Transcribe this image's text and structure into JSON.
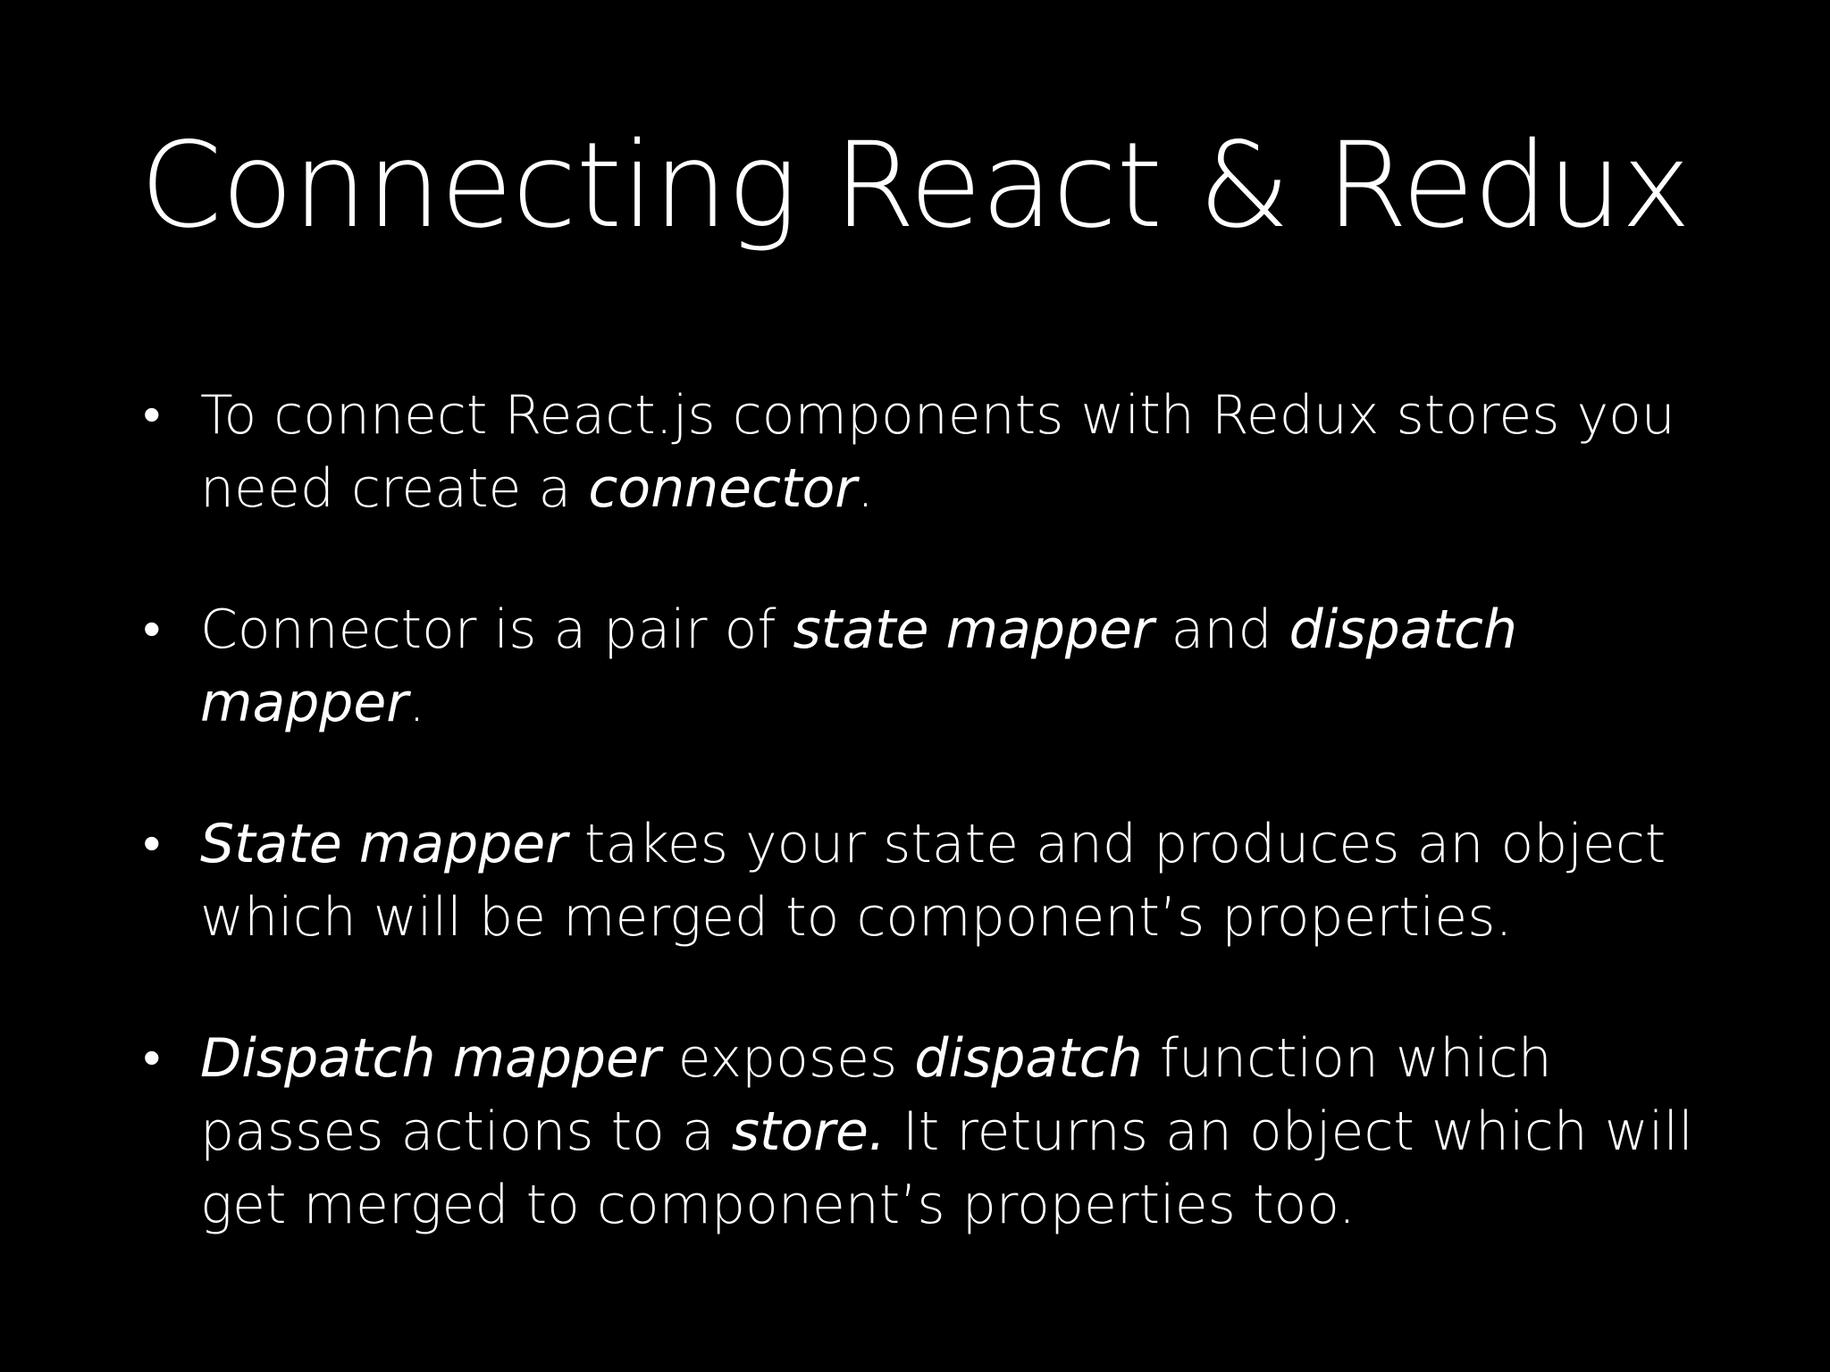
{
  "slide": {
    "title": "Connecting React & Redux",
    "bullets": [
      {
        "segments": [
          {
            "text": "To connect React.js components with Redux stores you need create a ",
            "italic": false
          },
          {
            "text": "connector",
            "italic": true
          },
          {
            "text": ".",
            "italic": false
          }
        ]
      },
      {
        "segments": [
          {
            "text": "Connector is a pair of ",
            "italic": false
          },
          {
            "text": "state mapper",
            "italic": true
          },
          {
            "text": " and ",
            "italic": false
          },
          {
            "text": "dispatch mapper",
            "italic": true
          },
          {
            "text": ".",
            "italic": false
          }
        ]
      },
      {
        "segments": [
          {
            "text": "State mapper",
            "italic": true
          },
          {
            "text": " takes your state and produces an object which will be merged to component’s properties.",
            "italic": false
          }
        ]
      },
      {
        "segments": [
          {
            "text": "Dispatch mapper",
            "italic": true
          },
          {
            "text": " exposes ",
            "italic": false
          },
          {
            "text": "dispatch",
            "italic": true
          },
          {
            "text": " function which passes actions to a ",
            "italic": false
          },
          {
            "text": "store.",
            "italic": true
          },
          {
            "text": " It returns an object which will get merged to component’s properties too.",
            "italic": false
          }
        ]
      }
    ],
    "bullet_symbol": "•",
    "colors": {
      "background": "#000000",
      "text": "#ffffff"
    }
  }
}
